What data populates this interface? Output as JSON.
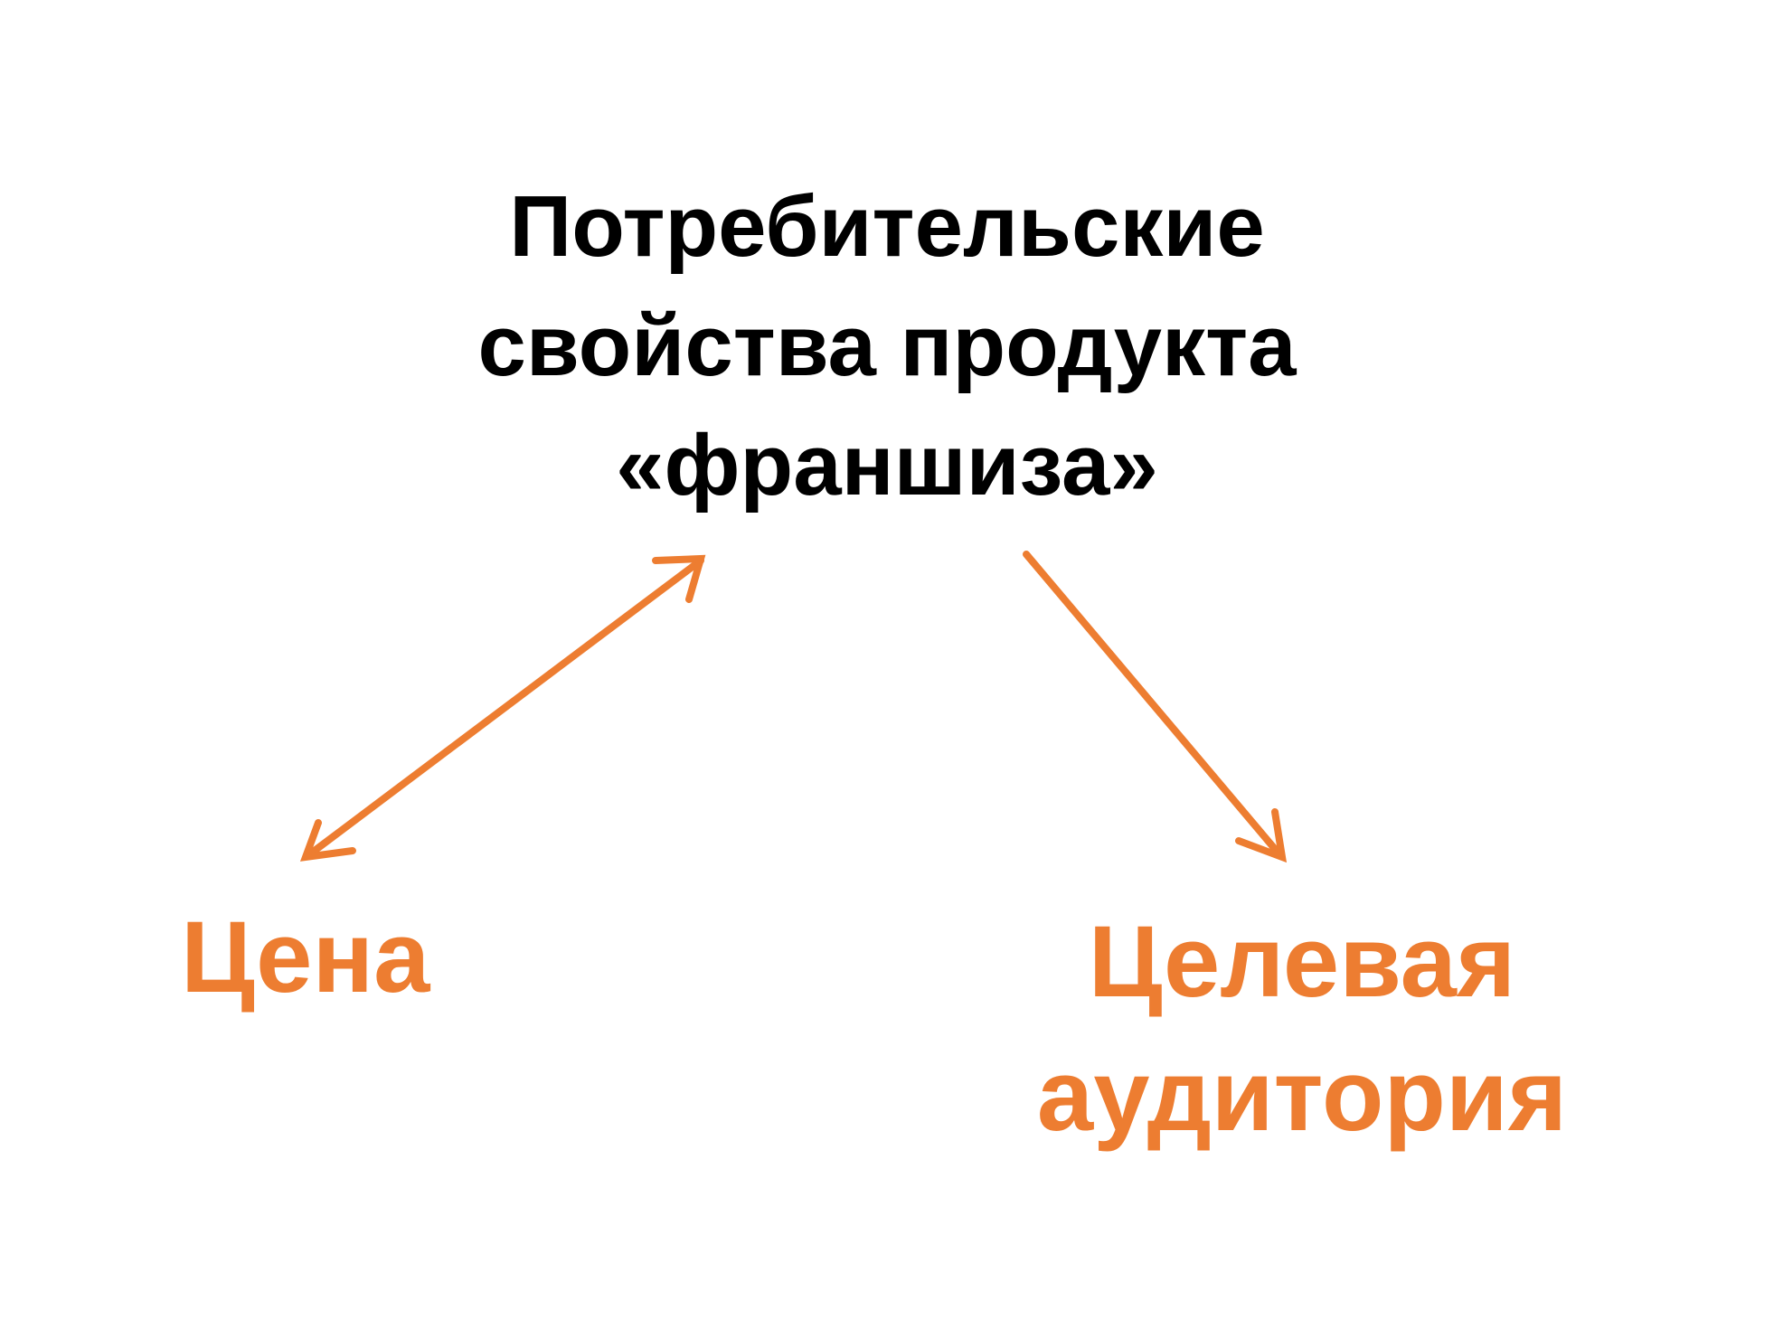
{
  "diagram": {
    "title_lines": [
      "Потребительские",
      "свойства продукта",
      "«франшиза»"
    ],
    "left_label": "Цена",
    "right_label_lines": [
      "Целевая",
      "аудитория"
    ],
    "accent_color": "#ED7D31",
    "title_color": "#000000",
    "connections": [
      {
        "from": "Цена",
        "to": "«франшиза»",
        "type": "bidirectional-arrow"
      },
      {
        "from": "«франшиза»",
        "to": "Целевая аудитория",
        "type": "directed-arrow"
      }
    ]
  }
}
